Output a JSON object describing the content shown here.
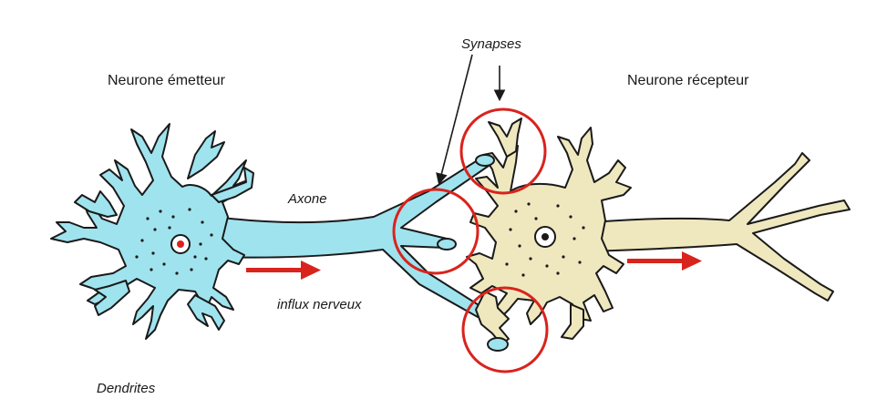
{
  "labels": {
    "emitter": "Neurone émetteur",
    "receiver": "Neurone récepteur",
    "synapses": "Synapses",
    "axon": "Axone",
    "impulse": "influx nerveux",
    "dendrites": "Dendrites"
  },
  "colors": {
    "emitter_fill": "#9fe3ee",
    "receiver_fill": "#efe8be",
    "outline": "#1a1a1a",
    "highlight": "#d9231d",
    "arrow": "#d9231d"
  },
  "icons": [
    "red-arrow-icon",
    "down-arrow-icon",
    "synapse-circle-icon"
  ]
}
